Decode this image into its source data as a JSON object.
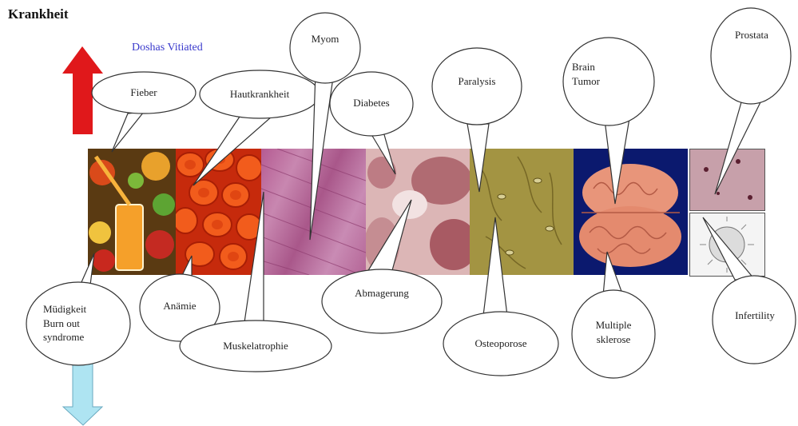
{
  "header": {
    "title": "Krankheit",
    "subtitle": "Doshas Vitiated"
  },
  "colors": {
    "arrow_up": "#e0181b",
    "arrow_down": "#aee4f2",
    "outline": "#333333"
  },
  "tissues": [
    {
      "name": "fruit-juice-image"
    },
    {
      "name": "red-blood-cells-image"
    },
    {
      "name": "muscle-tissue-image"
    },
    {
      "name": "pancreas-tissue-image"
    },
    {
      "name": "nerve-tissue-image"
    },
    {
      "name": "brain-image"
    },
    {
      "name": "prostate-tissue-image"
    },
    {
      "name": "sperm-cell-image"
    }
  ],
  "diseases_top": {
    "fieber": "Fieber",
    "hautkrankheit": "Hautkrankheit",
    "myom": "Myom",
    "diabetes": "Diabetes",
    "paralysis": "Paralysis",
    "brain_tumor_line1": "Brain",
    "brain_tumor_line2": "Tumor",
    "prostata": "Prostata"
  },
  "diseases_bottom": {
    "mudigkeit_line1": "Müdigkeit",
    "mudigkeit_line2": "Burn out",
    "mudigkeit_line3": "syndrome",
    "anamie": "Anämie",
    "muskelatrophie": "Muskelatrophie",
    "abmagerung": "Abmagerung",
    "osteoporose": "Osteoporose",
    "ms_line1": "Multiple",
    "ms_line2": "sklerose",
    "infertility": "Infertility"
  }
}
